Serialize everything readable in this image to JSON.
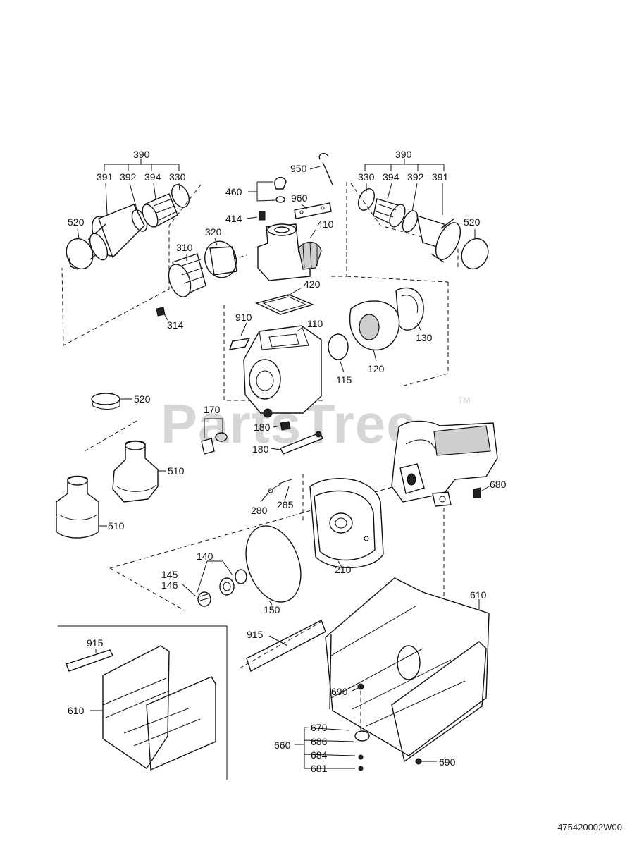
{
  "watermark": {
    "text": "PartsTree",
    "trademark": "TM"
  },
  "drawing_code": "475420002W00",
  "part_labels": {
    "p390_left": "390",
    "p391_left": "391",
    "p392_left": "392",
    "p394_left": "394",
    "p330_left": "330",
    "p520_left": "520",
    "p310": "310",
    "p320": "320",
    "p314": "314",
    "p950": "950",
    "p460": "460",
    "p960": "960",
    "p414": "414",
    "p410": "410",
    "p420": "420",
    "p390_right": "390",
    "p330_right": "330",
    "p394_right": "394",
    "p392_right": "392",
    "p391_right": "391",
    "p520_right": "520",
    "p130": "130",
    "p120": "120",
    "p115": "115",
    "p110": "110",
    "p910": "910",
    "p520_mid": "520",
    "p170": "170",
    "p180_a": "180",
    "p180_b": "180",
    "p510_a": "510",
    "p510_b": "510",
    "p280": "280",
    "p285": "285",
    "p680": "680",
    "p140": "140",
    "p145": "145",
    "p146": "146",
    "p150": "150",
    "p210": "210",
    "p915_inset": "915",
    "p610_inset": "610",
    "p915": "915",
    "p610": "610",
    "p690_a": "690",
    "p690_b": "690",
    "p660": "660",
    "p670": "670",
    "p686": "686",
    "p684": "684",
    "p681": "681"
  }
}
